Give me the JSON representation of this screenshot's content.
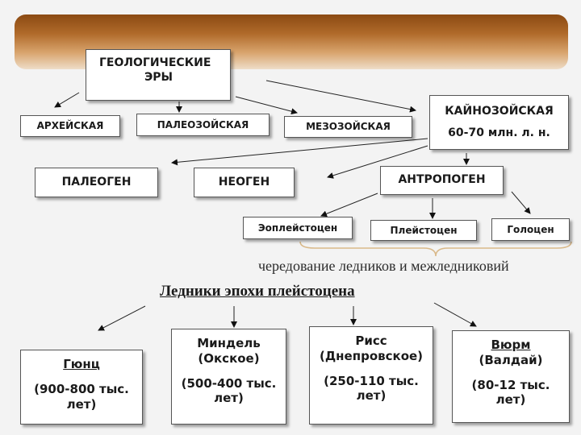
{
  "title": {
    "line1": "ГЕОЛОГИЧЕСКИЕ",
    "line2": "ЭРЫ"
  },
  "eras": {
    "archean": "АРХЕЙСКАЯ",
    "paleozoic": "ПАЛЕОЗОЙСКАЯ",
    "mesozoic": "МЕЗОЗОЙСКАЯ",
    "cenozoic": {
      "name": "КАЙНОЗОЙСКАЯ",
      "age": "60-70 млн. л. н."
    }
  },
  "periods": {
    "paleogene": "ПАЛЕОГЕН",
    "neogene": "НЕОГЕН",
    "anthropogene": "АНТРОПОГЕН"
  },
  "epochs": {
    "eopleistocene": "Эоплейстоцен",
    "pleistocene": "Плейстоцен",
    "holocene": "Голоцен"
  },
  "caption": "чередование ледников и межледниковий",
  "glaciations_title": "Ледники эпохи плейстоцена",
  "glaciations": [
    {
      "name": "Гюнц",
      "local": "",
      "range": "(900-800 тыс. лет)"
    },
    {
      "name": "Миндель",
      "local": "(Окское)",
      "range": "(500-400 тыс. лет)"
    },
    {
      "name": "Рисс",
      "local": "(Днепровское)",
      "range": "(250-110 тыс. лет)"
    },
    {
      "name": "Вюрм",
      "local": "(Валдай)",
      "range": "(80-12 тыс. лет)"
    }
  ],
  "colors": {
    "banner_dark": "#8b4a12",
    "banner_light": "#eeddc8",
    "bracket": "#d9b98a",
    "watermark": "#8fd87a"
  }
}
